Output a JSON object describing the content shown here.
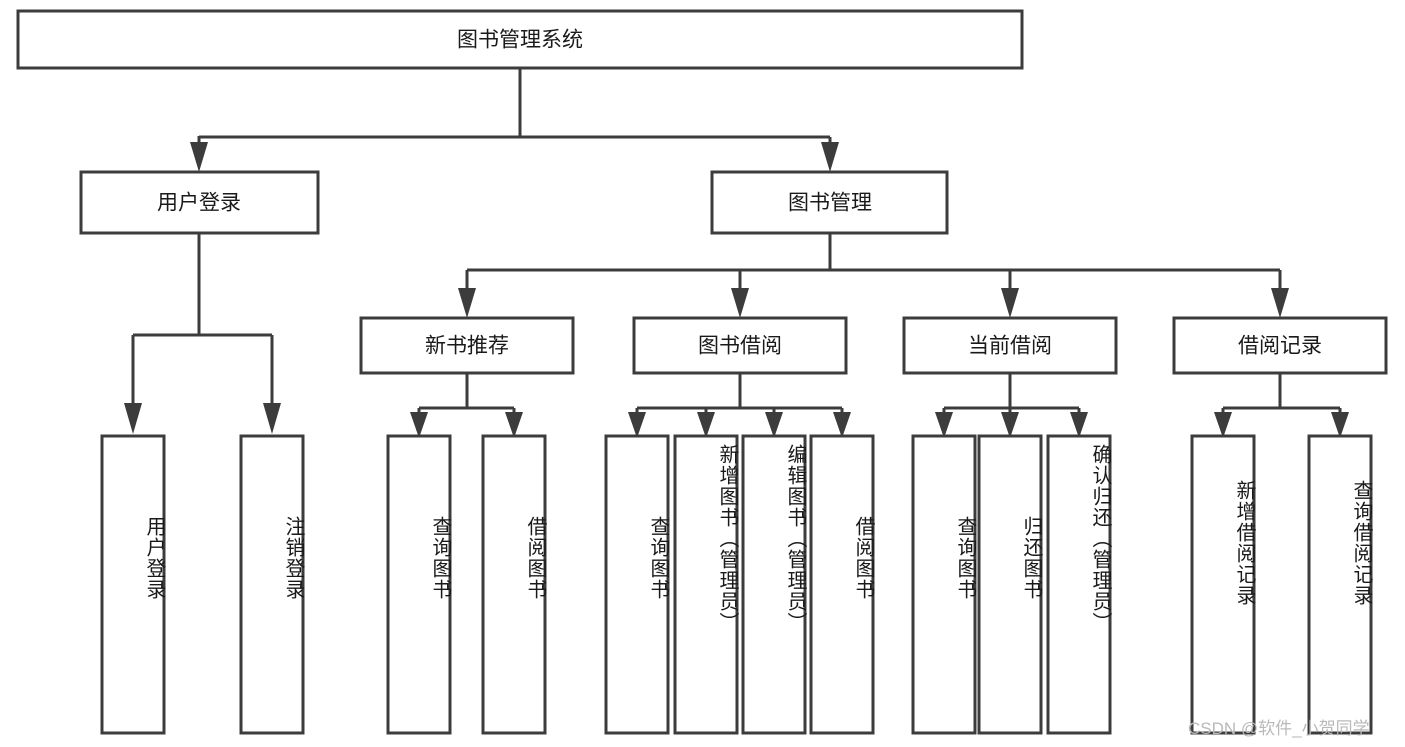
{
  "diagram": {
    "title": "图书管理系统",
    "type": "hierarchy-tree",
    "watermark": "CSDN @软件_小贺同学",
    "colors": {
      "background": "#ffffff",
      "box_stroke": "#3c3c3c",
      "box_fill": "#ffffff",
      "text": "#1a1a1a",
      "watermark": "#b9b9b9"
    },
    "root": {
      "label": "图书管理系统"
    },
    "level2": [
      {
        "label": "用户登录"
      },
      {
        "label": "图书管理"
      }
    ],
    "level3": [
      {
        "label": "新书推荐"
      },
      {
        "label": "图书借阅"
      },
      {
        "label": "当前借阅"
      },
      {
        "label": "借阅记录"
      }
    ],
    "leaves": {
      "user_login": [
        {
          "label": "用户登录"
        },
        {
          "label": "注销登录"
        }
      ],
      "new_book_recommend": [
        {
          "label": "查询图书"
        },
        {
          "label": "借阅图书"
        }
      ],
      "book_borrow": [
        {
          "label": "查询图书"
        },
        {
          "label": "新增图书（管理员）"
        },
        {
          "label": "编辑图书（管理员）"
        },
        {
          "label": "借阅图书"
        }
      ],
      "current_borrow": [
        {
          "label": "查询图书"
        },
        {
          "label": "归还图书"
        },
        {
          "label": "确认归还（管理员）"
        }
      ],
      "borrow_record": [
        {
          "label": "新增借阅记录"
        },
        {
          "label": "查询借阅记录"
        }
      ]
    }
  }
}
